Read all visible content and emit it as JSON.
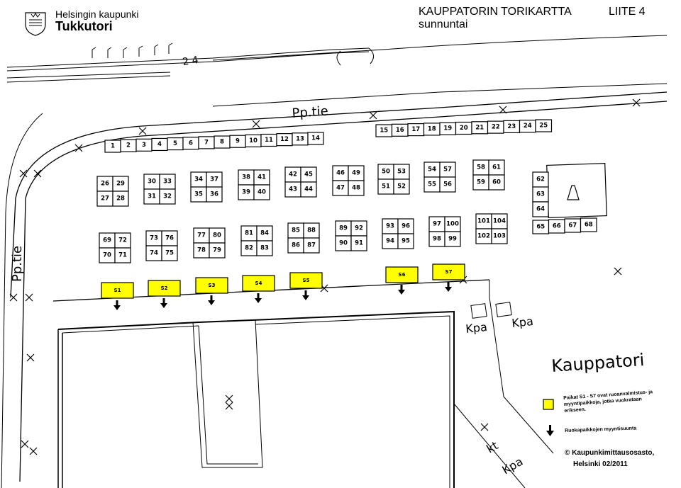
{
  "header": {
    "org_line1": "Helsingin kaupunki",
    "org_line2": "Tukkutori",
    "title": "KAUPPATORIN TORIKARTTA",
    "subtitle": "sunnuntai",
    "appendix": "LIITE 4"
  },
  "map_labels": {
    "street_top": "Pp.tie",
    "street_left": "Pp.tie",
    "kpa_1": "Kpa",
    "kpa_2": "Kpa",
    "kpa_3": "Kpa",
    "kt": "kt",
    "square_name": "Kauppatori",
    "top_number": "2 4"
  },
  "legend": {
    "special_text": "Paikat S1 - S7 ovat ruoanvalmistus- ja myyntipaikkoja, jotka vuokrataan erikseen.",
    "arrow_text": "Ruokapaikkojen myyntisuunta",
    "special_color": "#ffff00"
  },
  "credit": {
    "line1": "© Kaupunkimittausosasto,",
    "line2": "Helsinki 02/2011"
  },
  "stalls": {
    "row_top_left": [
      "1",
      "2",
      "3",
      "4",
      "5",
      "6",
      "7",
      "8",
      "9",
      "10",
      "11",
      "12",
      "13",
      "14"
    ],
    "row_top_right": [
      "15",
      "16",
      "17",
      "18",
      "19",
      "20",
      "21",
      "22",
      "23",
      "24",
      "25"
    ],
    "blocks_upper": [
      [
        "26",
        "29",
        "27",
        "28"
      ],
      [
        "30",
        "33",
        "31",
        "32"
      ],
      [
        "34",
        "37",
        "35",
        "36"
      ],
      [
        "38",
        "41",
        "39",
        "40"
      ],
      [
        "42",
        "45",
        "43",
        "44"
      ],
      [
        "46",
        "49",
        "47",
        "48"
      ],
      [
        "50",
        "53",
        "51",
        "52"
      ],
      [
        "54",
        "57",
        "55",
        "56"
      ],
      [
        "58",
        "61",
        "59",
        "60"
      ]
    ],
    "blocks_lower": [
      [
        "69",
        "72",
        "70",
        "71"
      ],
      [
        "73",
        "76",
        "74",
        "75"
      ],
      [
        "77",
        "80",
        "78",
        "79"
      ],
      [
        "81",
        "84",
        "82",
        "83"
      ],
      [
        "85",
        "88",
        "86",
        "87"
      ],
      [
        "89",
        "92",
        "90",
        "91"
      ],
      [
        "93",
        "96",
        "94",
        "95"
      ],
      [
        "97",
        "100",
        "98",
        "99"
      ],
      [
        "101",
        "104",
        "102",
        "103"
      ]
    ],
    "column_right": [
      "62",
      "63",
      "64"
    ],
    "row_bottom_right": [
      "65",
      "66",
      "67",
      "68"
    ],
    "special": [
      "S1",
      "S2",
      "S3",
      "S4",
      "S5",
      "S6",
      "S7"
    ]
  }
}
